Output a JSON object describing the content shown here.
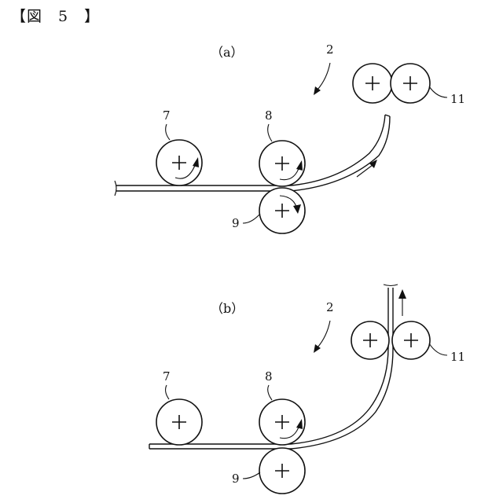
{
  "figure_title": "【図　5　】",
  "panel_a": {
    "label": "（a）",
    "parts": {
      "p2": "2",
      "p7": "7",
      "p8": "8",
      "p9": "9",
      "p11": "11"
    }
  },
  "panel_b": {
    "label": "（b）",
    "parts": {
      "p2": "2",
      "p7": "7",
      "p8": "8",
      "p9": "9",
      "p11": "11"
    }
  }
}
